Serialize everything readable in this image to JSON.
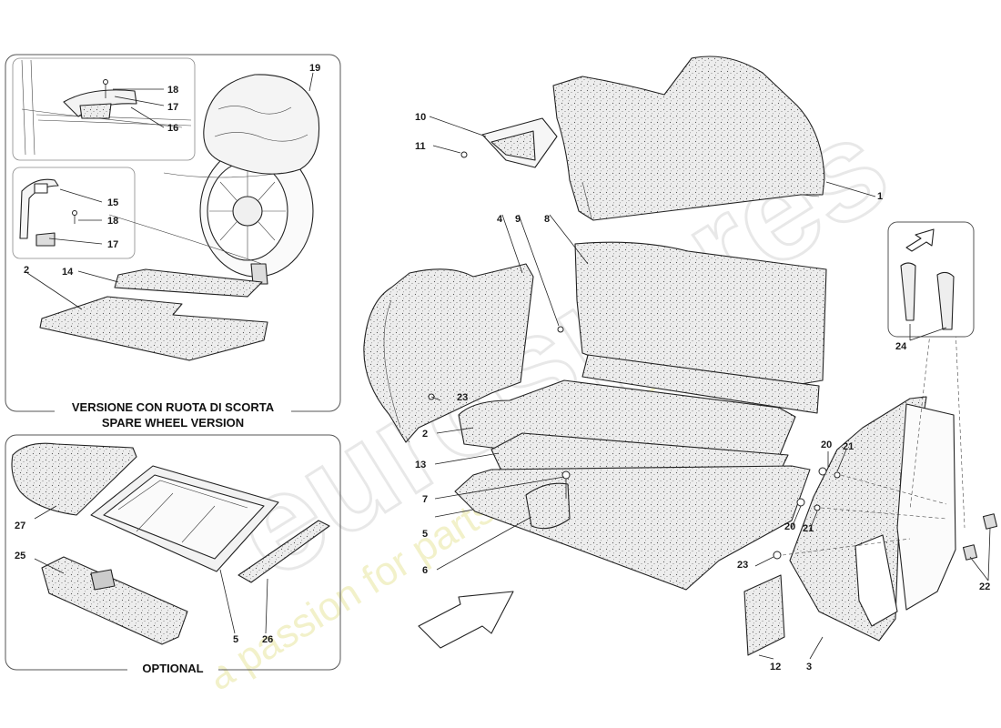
{
  "panels": {
    "spare_wheel": {
      "caption_line1": "VERSIONE CON RUOTA DI SCORTA",
      "caption_line2": "SPARE WHEEL VERSION"
    },
    "optional": {
      "caption": "OPTIONAL"
    }
  },
  "watermark": {
    "brand": "eurospares",
    "tagline": "a passion for parts since 1985"
  },
  "callouts": {
    "c1": "1",
    "c2_main": "2",
    "c3": "3",
    "c4": "4",
    "c5_main": "5",
    "c6": "6",
    "c7": "7",
    "c8": "8",
    "c9": "9",
    "c10": "10",
    "c11": "11",
    "c12": "12",
    "c13": "13",
    "c20_a": "20",
    "c20_b": "20",
    "c21_a": "21",
    "c21_b": "21",
    "c22": "22",
    "c23_a": "23",
    "c23_b": "23",
    "c24": "24",
    "c18_top": "18",
    "c17_top": "17",
    "c16": "16",
    "c19": "19",
    "c15": "15",
    "c18_mid": "18",
    "c17_mid": "17",
    "c2_spare": "2",
    "c14": "14",
    "c27": "27",
    "c25": "25",
    "c5_opt": "5",
    "c26": "26"
  },
  "colors": {
    "stroke": "#222222",
    "part_fill": "#e9e9e9",
    "panel_border": "#555555",
    "watermark": "#e0e0e0",
    "watermark_tagline": "#e8e6a0"
  }
}
